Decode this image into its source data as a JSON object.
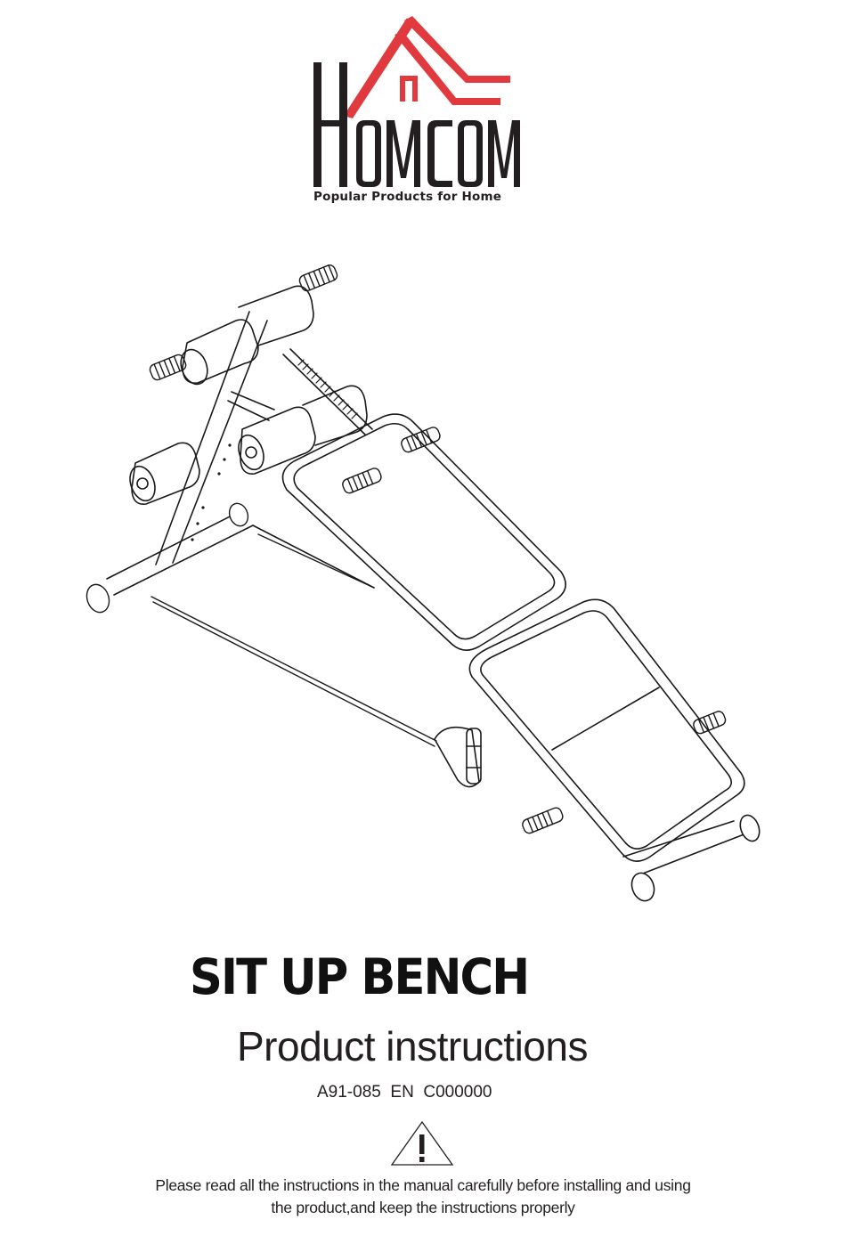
{
  "brand": {
    "name": "HOMCOM",
    "tagline": "Popular Products for Home",
    "accent_color": "#e03a3e",
    "text_color": "#231f20"
  },
  "illustration": {
    "subject": "sit-up-bench-line-drawing",
    "parts": [
      "leg-roller-pads",
      "foam-grips",
      "spring",
      "resistance-cords",
      "cord-handle",
      "backrest-pad",
      "seat-pad",
      "frame",
      "end-caps"
    ]
  },
  "document": {
    "title": "SIT UP BENCH",
    "subtitle": "Product instructions",
    "code": "A91-085  EN  C000000",
    "warning_icon": "warning-triangle-icon",
    "notice_line1": "Please read all the instructions in the manual carefully before installing and using",
    "notice_line2": "the product,and keep the instructions properly"
  }
}
